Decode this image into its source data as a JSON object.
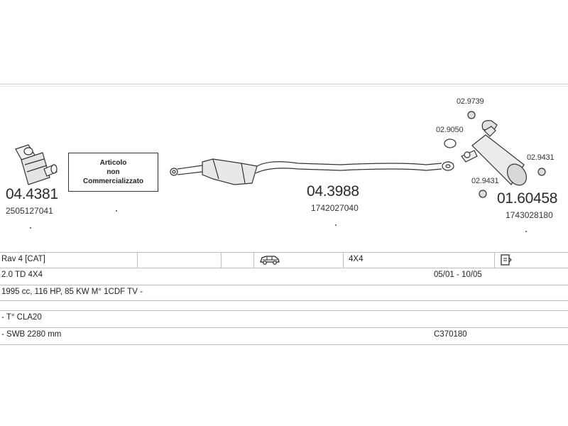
{
  "parts": {
    "catalytic_converter": {
      "code": "04.4381",
      "oem": "2505127041"
    },
    "note_box": {
      "text": "Articolo\nnon\nCommercializzato"
    },
    "front_pipe": {
      "code": "04.3988",
      "oem": "1742027040"
    },
    "rear_silencer": {
      "code": "01.60458",
      "oem": "1743028180"
    },
    "hardware": {
      "gasket_top": "02.9739",
      "clamp": "02.9050",
      "mount_left": "02.9431",
      "mount_right": "02.9431"
    }
  },
  "vehicle_table": {
    "row1": {
      "model": "Rav 4  [CAT]",
      "drive": "4X4"
    },
    "row2": {
      "engine": "2.0 TD 4X4",
      "dates": "05/01 - 10/05"
    },
    "row3": {
      "specs": "1995 cc, 116 HP, 85 KW M° 1CDF TV -"
    },
    "row4": {
      "note": "- T° CLA20"
    },
    "row5": {
      "wheelbase": "- SWB 2280 mm",
      "ref": "C370180"
    }
  },
  "icons": {
    "vehicle": "suv-car-icon",
    "document": "document-icon"
  },
  "colors": {
    "line": "#bfbfbf",
    "text": "#222222"
  }
}
